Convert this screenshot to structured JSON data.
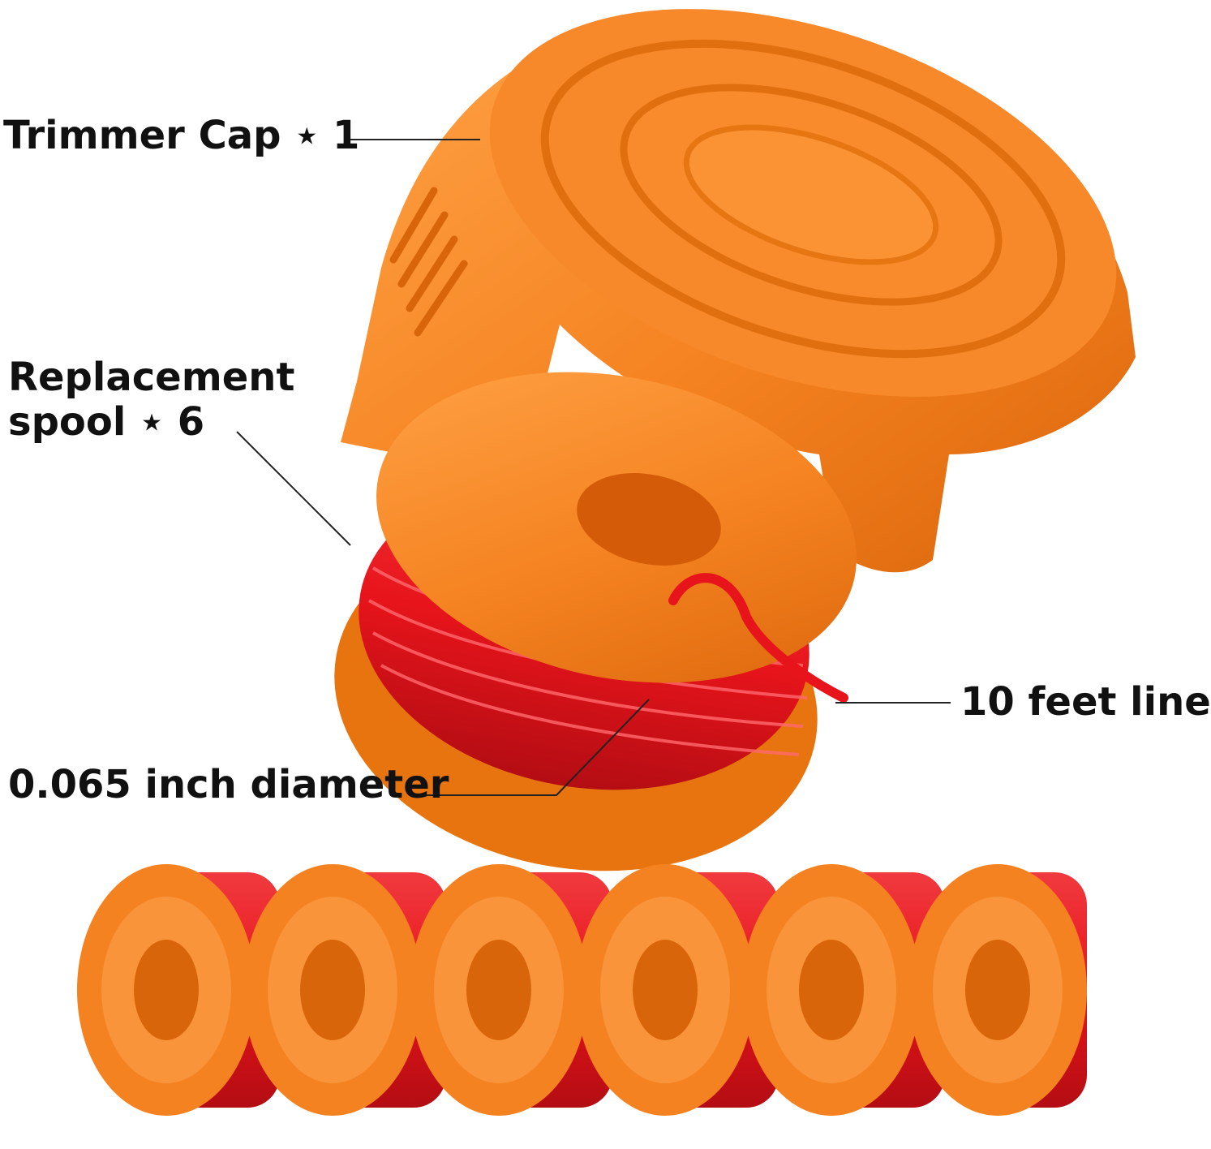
{
  "labels": {
    "trimmer_cap": "Trimmer Cap ⋆ 1",
    "replacement_spool_line1": "Replacement",
    "replacement_spool_line2": "spool ⋆ 6",
    "feet_line": "10 feet line",
    "diameter": "0.065 inch diameter"
  },
  "spool_row": {
    "count": 6
  },
  "colors": {
    "orange": "#f58220",
    "orange_light": "#ffa347",
    "orange_dark": "#d9650b",
    "line_red": "#e8141b",
    "line_dark": "#b30d13",
    "leader": "#222222"
  }
}
